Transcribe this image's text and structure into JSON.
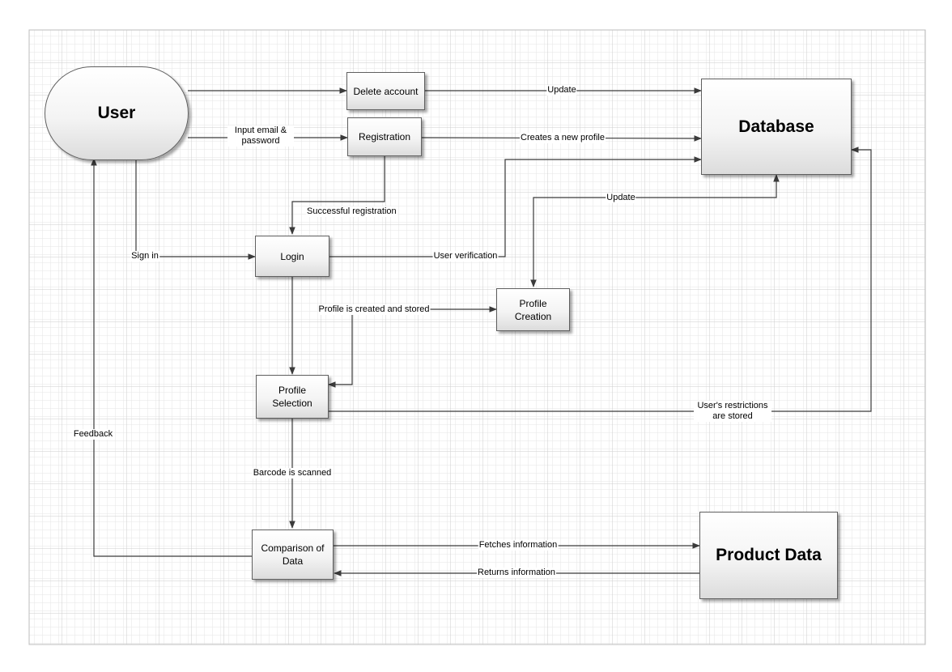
{
  "nodes": {
    "user": "User",
    "delete_account": "Delete account",
    "registration": "Registration",
    "database": "Database",
    "login": "Login",
    "profile_creation": "Profile Creation",
    "profile_selection": "Profile Selection",
    "comparison": "Comparison of Data",
    "product_data": "Product Data"
  },
  "edges": {
    "user_to_delete": "",
    "delete_update": "Update",
    "input_email": "Input email & password",
    "creates_profile": "Creates a new profile",
    "successful_registration": "Successful registration",
    "sign_in": "Sign in",
    "user_verification": "User verification",
    "update_profile": "Update",
    "profile_created_stored": "Profile is created and stored",
    "restrictions_stored": "User's restrictions are stored",
    "barcode_scanned": "Barcode is scanned",
    "fetches_information": "Fetches information",
    "returns_information": "Returns information",
    "feedback": "Feedback"
  },
  "colors": {
    "grid": "#e3e3e3",
    "grid_major": "#cfcfcf",
    "line": "#3a3a3a"
  }
}
